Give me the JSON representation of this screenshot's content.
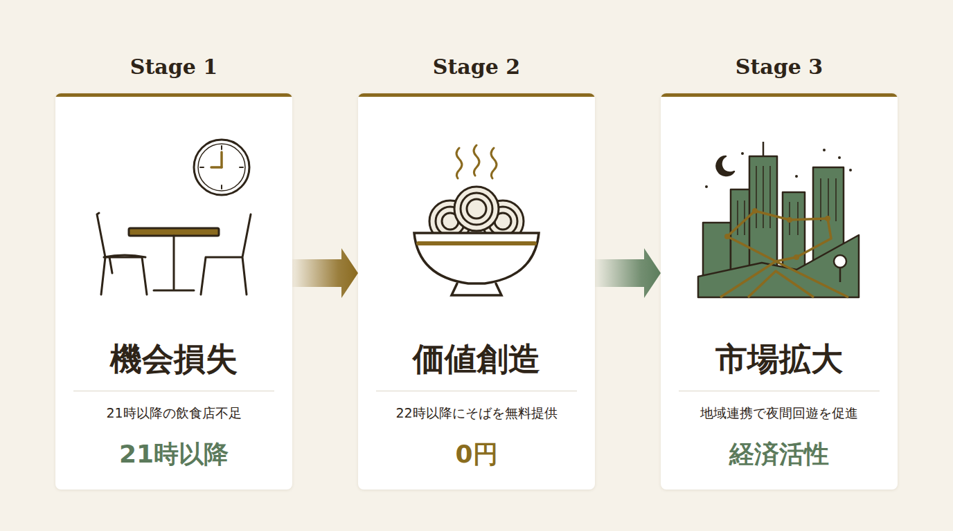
{
  "diagram": {
    "nodes": [
      {
        "text": [
          "Stage 1",
          "機会損失",
          "21時以降の飲食店不足",
          "21時以降"
        ]
      },
      {
        "text": [
          "Stage 2",
          "価値創造",
          "22時以降にそばを無料提供",
          "0円"
        ]
      },
      {
        "text": [
          "Stage 3",
          "市場拡大",
          "地域連携で夜間回遊を促進",
          "経済活性"
        ]
      }
    ],
    "edges": [
      {
        "from": 0,
        "to": 1,
        "arrow": "to"
      },
      {
        "from": 1,
        "to": 2,
        "arrow": "to"
      }
    ]
  }
}
